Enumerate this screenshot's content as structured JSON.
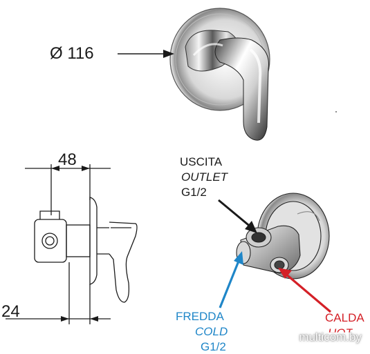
{
  "diameter": {
    "label": "Ø  116"
  },
  "dims": {
    "width": "48",
    "depth": "24"
  },
  "outlet": {
    "it": "USCITA",
    "en": "OUTLET",
    "size": "G1/2"
  },
  "cold": {
    "it": "FREDDA",
    "en": "COLD",
    "size": "G1/2"
  },
  "hot": {
    "it": "CALDA",
    "en": "HOT"
  },
  "watermark": "multicom.by",
  "colors": {
    "cold": "#1f86c8",
    "hot": "#d42027",
    "line": "#1a1a1a"
  }
}
